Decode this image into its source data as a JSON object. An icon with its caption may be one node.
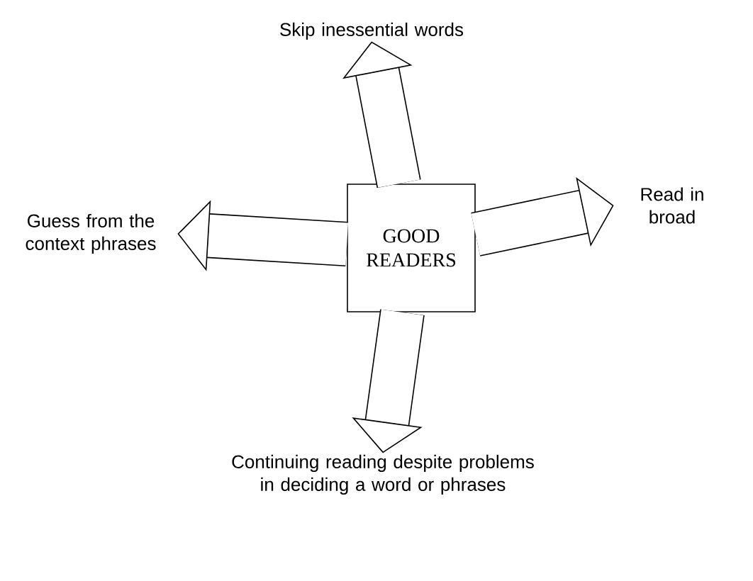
{
  "diagram": {
    "nodes": [
      {
        "text": [
          "GOOD READERS"
        ]
      },
      {
        "text": [
          "Skip inessential words"
        ]
      },
      {
        "text": [
          "Guess from the context phrases"
        ]
      },
      {
        "text": [
          "Read in broad"
        ]
      },
      {
        "text": [
          "Continuing reading despite problems in deciding a word or phrases"
        ]
      }
    ],
    "edges": [
      {
        "from": 0,
        "to": 1,
        "arrow": "to"
      },
      {
        "from": 0,
        "to": 2,
        "arrow": "to"
      },
      {
        "from": 0,
        "to": 3,
        "arrow": "to"
      },
      {
        "from": 0,
        "to": 4,
        "arrow": "to"
      }
    ]
  }
}
